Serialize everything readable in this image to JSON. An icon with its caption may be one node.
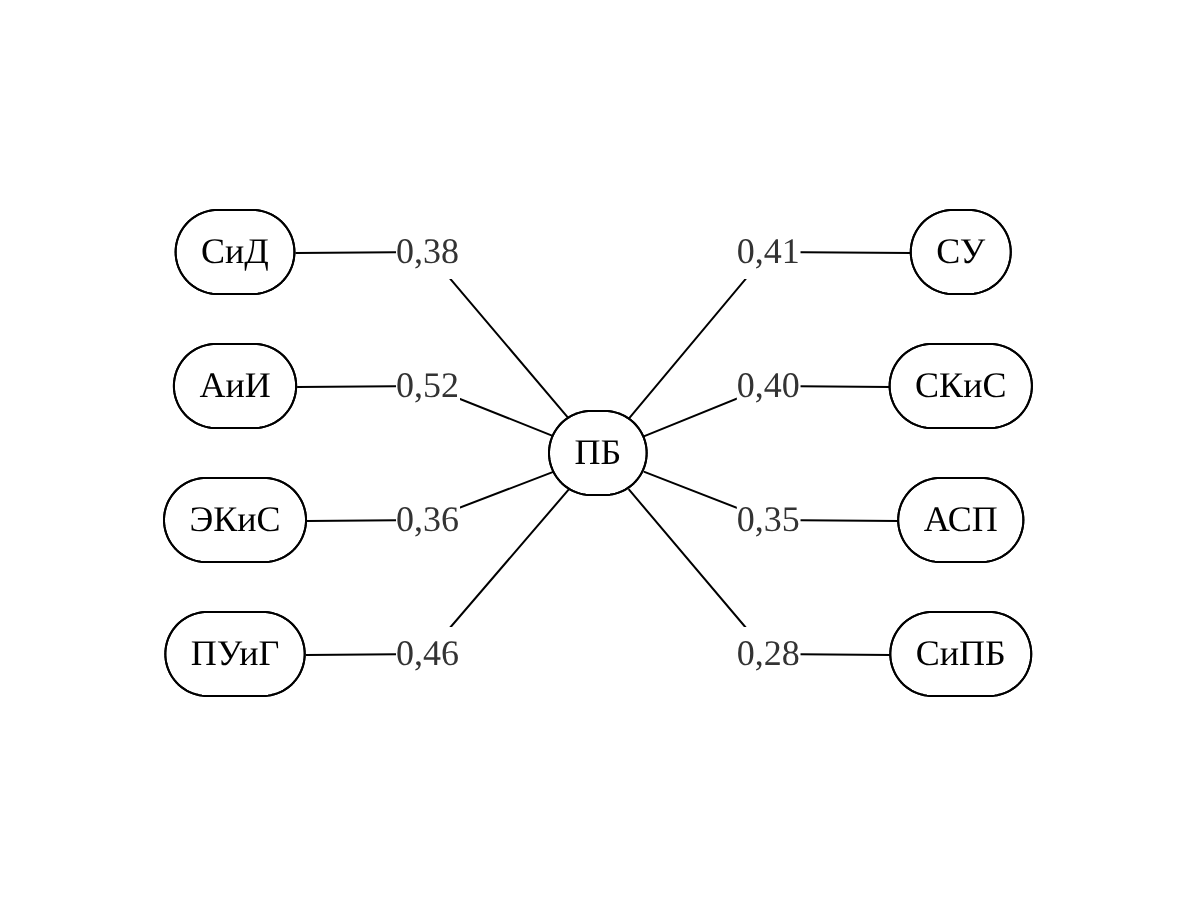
{
  "diagram": {
    "nodes": [
      {
        "text": [
          "СиД"
        ]
      },
      {
        "text": [
          "АиИ"
        ]
      },
      {
        "text": [
          "ЭКиС"
        ]
      },
      {
        "text": [
          "ПУиГ"
        ]
      },
      {
        "text": [
          "ПБ"
        ]
      },
      {
        "text": [
          "СУ"
        ]
      },
      {
        "text": [
          "СКиС"
        ]
      },
      {
        "text": [
          "АСП"
        ]
      },
      {
        "text": [
          "СиПБ"
        ]
      }
    ],
    "edges": [
      {
        "from": 0,
        "to": 4,
        "arrow": "none",
        "label": "0,38"
      },
      {
        "from": 1,
        "to": 4,
        "arrow": "none",
        "label": "0,52"
      },
      {
        "from": 2,
        "to": 4,
        "arrow": "none",
        "label": "0,36"
      },
      {
        "from": 3,
        "to": 4,
        "arrow": "none",
        "label": "0,46"
      },
      {
        "from": 4,
        "to": 5,
        "arrow": "none",
        "label": "0,41"
      },
      {
        "from": 4,
        "to": 6,
        "arrow": "none",
        "label": "0,40"
      },
      {
        "from": 4,
        "to": 7,
        "arrow": "none",
        "label": "0,35"
      },
      {
        "from": 4,
        "to": 8,
        "arrow": "none",
        "label": "0,28"
      }
    ]
  }
}
